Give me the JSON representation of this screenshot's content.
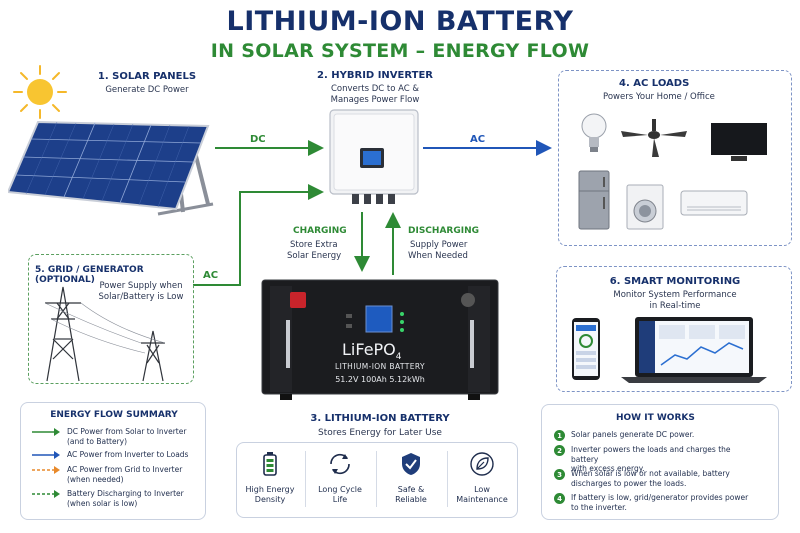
{
  "title": {
    "line1": "LITHIUM-ION BATTERY",
    "line2": "IN SOLAR SYSTEM – ENERGY FLOW"
  },
  "solar": {
    "heading": "1. SOLAR PANELS",
    "sub": "Generate DC Power"
  },
  "inverter": {
    "heading": "2. HYBRID INVERTER",
    "sub1": "Converts DC to AC &",
    "sub2": "Manages Power Flow"
  },
  "ac_loads": {
    "heading": "4. AC LOADS",
    "sub": "Powers Your Home / Office"
  },
  "grid": {
    "heading": "5. GRID / GENERATOR (OPTIONAL)",
    "sub1": "Power Supply when",
    "sub2": "Solar/Battery is Low"
  },
  "monitoring": {
    "heading": "6. SMART MONITORING",
    "sub1": "Monitor System Performance",
    "sub2": "in Real-time"
  },
  "flow_labels": {
    "dc": "DC",
    "ac_out": "AC",
    "ac_grid": "AC",
    "charging": "CHARGING",
    "charging_sub1": "Store Extra",
    "charging_sub2": "Solar Energy",
    "discharging": "DISCHARGING",
    "discharging_sub1": "Supply Power",
    "discharging_sub2": "When Needed"
  },
  "battery_unit": {
    "chem": "LiFePO",
    "chem_sub": "4",
    "label": "LITHIUM-ION BATTERY",
    "spec": "51.2V 100Ah 5.12kWh"
  },
  "battery_section": {
    "heading": "3. LITHIUM-ION BATTERY",
    "sub": "Stores Energy for Later Use",
    "features": [
      {
        "label1": "High Energy",
        "label2": "Density",
        "icon": "battery-icon"
      },
      {
        "label1": "Long Cycle",
        "label2": "Life",
        "icon": "cycle-icon"
      },
      {
        "label1": "Safe &",
        "label2": "Reliable",
        "icon": "shield-check-icon"
      },
      {
        "label1": "Low",
        "label2": "Maintenance",
        "icon": "leaf-icon"
      }
    ]
  },
  "summary": {
    "heading": "ENERGY FLOW SUMMARY",
    "items": [
      {
        "line1": "DC Power from Solar to Inverter",
        "line2": "(and to Battery)",
        "color": "#2e8a35",
        "style": "solid"
      },
      {
        "line1": "AC Power from Inverter to Loads",
        "line2": "",
        "color": "#2056b8",
        "style": "solid"
      },
      {
        "line1": "AC Power from Grid to Inverter",
        "line2": "(when needed)",
        "color": "#e8892a",
        "style": "dashed"
      },
      {
        "line1": "Battery Discharging to Inverter",
        "line2": "(when solar is low)",
        "color": "#2e8a35",
        "style": "dashed"
      }
    ]
  },
  "how": {
    "heading": "HOW IT WORKS",
    "steps": [
      {
        "n": "1",
        "line1": "Solar panels generate DC power.",
        "line2": ""
      },
      {
        "n": "2",
        "line1": "Inverter powers the loads and charges the battery",
        "line2": "with excess energy."
      },
      {
        "n": "3",
        "line1": "When solar is low or not available, battery",
        "line2": "discharges to power the loads."
      },
      {
        "n": "4",
        "line1": "If battery is low, grid/generator provides power",
        "line2": "to the inverter."
      }
    ]
  },
  "colors": {
    "navy": "#16306b",
    "green": "#2e8a35",
    "blue": "#2056b8",
    "orange": "#e8892a"
  }
}
